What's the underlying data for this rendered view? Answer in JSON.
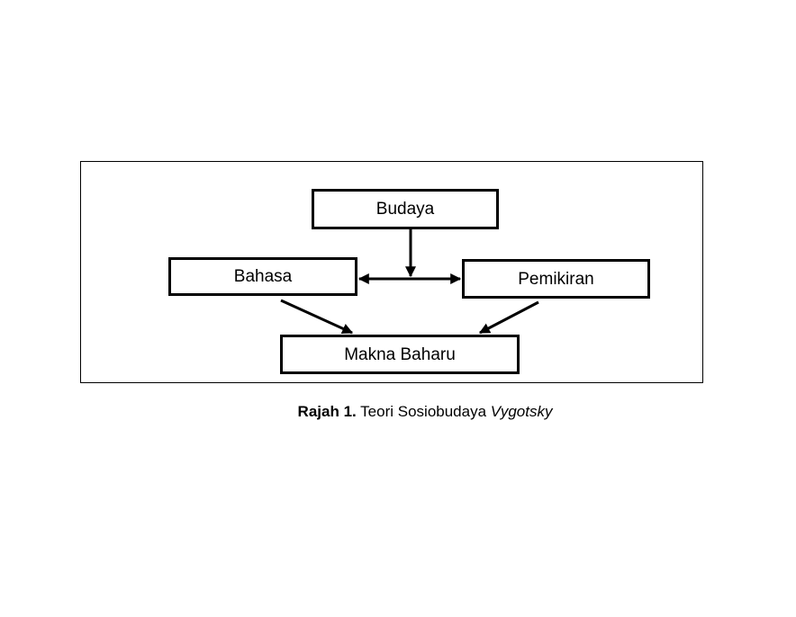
{
  "diagram": {
    "nodes": {
      "budaya": "Budaya",
      "bahasa": "Bahasa",
      "pemikiran": "Pemikiran",
      "makna": "Makna Baharu"
    }
  },
  "caption": {
    "label": "Rajah 1.",
    "text": "Teori Sosiobudaya",
    "emphasis": "Vygotsky"
  }
}
